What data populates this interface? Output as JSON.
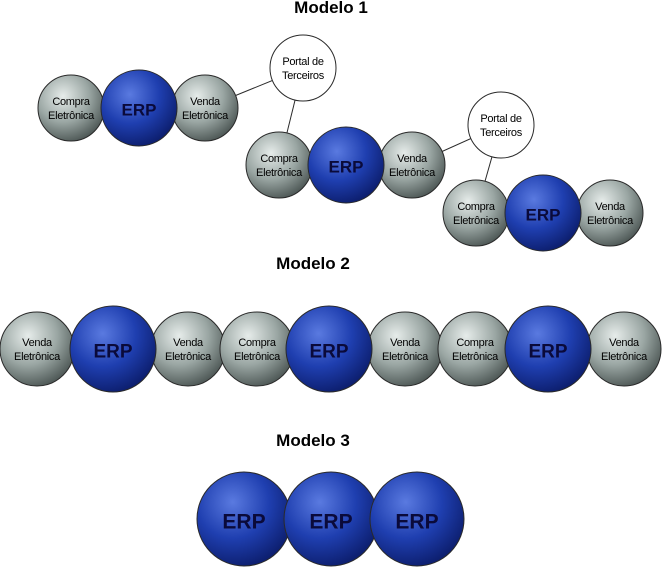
{
  "labels": {
    "erp": "ERP",
    "compra_line1": "Compra",
    "compra_line2": "Eletrônica",
    "venda_line1": "Venda",
    "venda_line2": "Eletrônica",
    "portal_line1": "Portal de",
    "portal_line2": "Terceiros"
  },
  "models": [
    {
      "title": "Modelo 1",
      "groups": [
        {
          "nodes": [
            "compra",
            "erp",
            "venda"
          ]
        },
        {
          "nodes": [
            "compra",
            "erp",
            "venda"
          ]
        },
        {
          "nodes": [
            "compra",
            "erp",
            "venda"
          ]
        }
      ],
      "portals": [
        {
          "links": [
            "group1-venda",
            "group2-compra"
          ]
        },
        {
          "links": [
            "group2-venda",
            "group3-compra"
          ]
        }
      ]
    },
    {
      "title": "Modelo 2",
      "sequence": [
        "venda",
        "erp",
        "venda",
        "compra",
        "erp",
        "venda",
        "compra",
        "erp",
        "venda"
      ]
    },
    {
      "title": "Modelo 3",
      "sequence": [
        "erp",
        "erp",
        "erp"
      ]
    }
  ],
  "colors": {
    "erp_light": "#5a7ae0",
    "erp_mid": "#1f3fb0",
    "erp_dark": "#0d1f70",
    "gray_light": "#e6ecea",
    "gray_mid": "#9aa6a3",
    "gray_dark": "#4c5654",
    "portal_fill": "#ffffff",
    "outline": "#2a2a2a"
  }
}
